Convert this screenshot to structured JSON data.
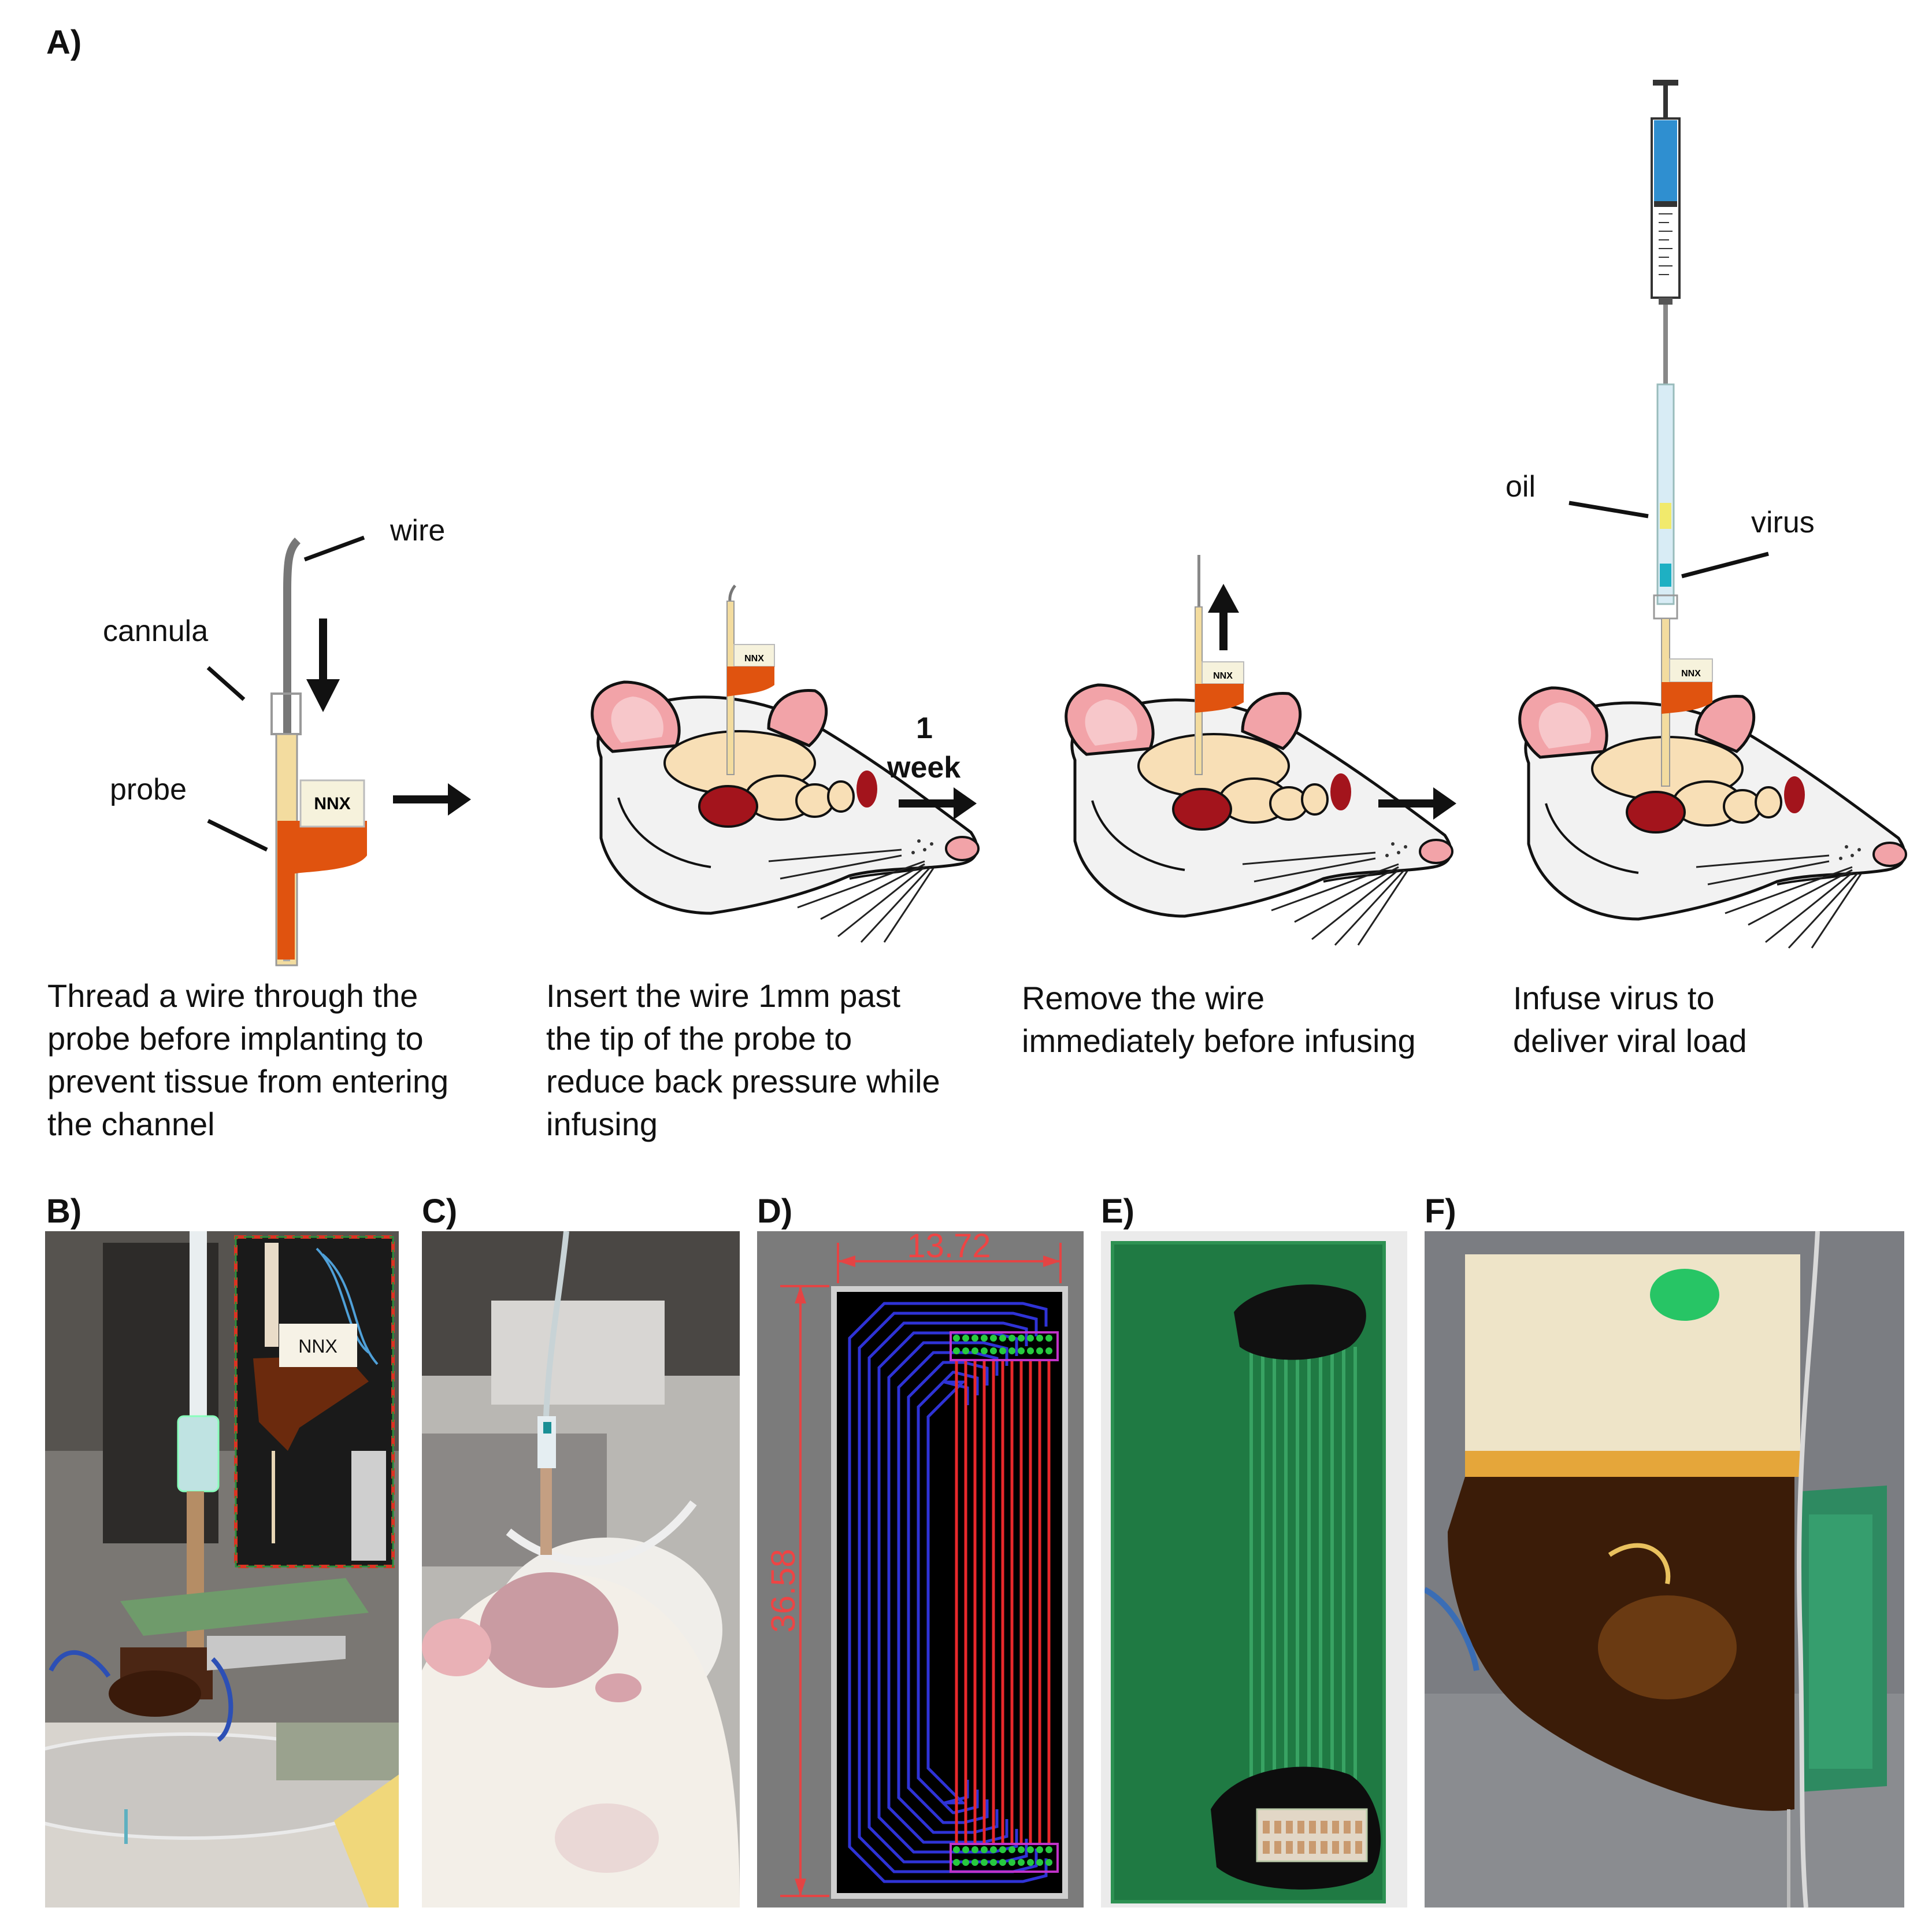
{
  "panels": {
    "A": {
      "label": "A)",
      "labels": {
        "wire": "wire",
        "cannula": "cannula",
        "probe": "probe",
        "nnx": "NNX",
        "oil": "oil",
        "virus": "virus",
        "week_num": "1",
        "week_word": "week"
      },
      "steps": [
        {
          "text": [
            "Thread a wire through the",
            "probe before implanting to",
            "prevent tissue from entering",
            "the channel"
          ]
        },
        {
          "text": [
            "Insert the wire 1mm past",
            "the tip of the probe to",
            "reduce back pressure while",
            "infusing"
          ]
        },
        {
          "text": [
            "Remove the wire",
            "immediately before infusing"
          ]
        },
        {
          "text": [
            "Infuse virus to",
            "deliver viral load"
          ]
        }
      ]
    },
    "B": {
      "label": "B)",
      "inset_tag": "NNX"
    },
    "C": {
      "label": "C)"
    },
    "D": {
      "label": "D)",
      "dim_width": "13.72",
      "dim_height": "36.58"
    },
    "E": {
      "label": "E)"
    },
    "F": {
      "label": "F)"
    }
  },
  "colors": {
    "probe_orange": "#e0530f",
    "rat_ear": "#f2a3a8",
    "brain": "#f8dfb6",
    "amygdala": "#a3141c",
    "syringe_blue": "#2f8fd0",
    "oil_yellow": "#f1ea6c",
    "virus_cyan": "#1eb0c3",
    "pcb_green": "#1f7a43",
    "trace_blue": "#2f33d6",
    "trace_red": "#e8282b",
    "dimension_red": "#e44444"
  }
}
